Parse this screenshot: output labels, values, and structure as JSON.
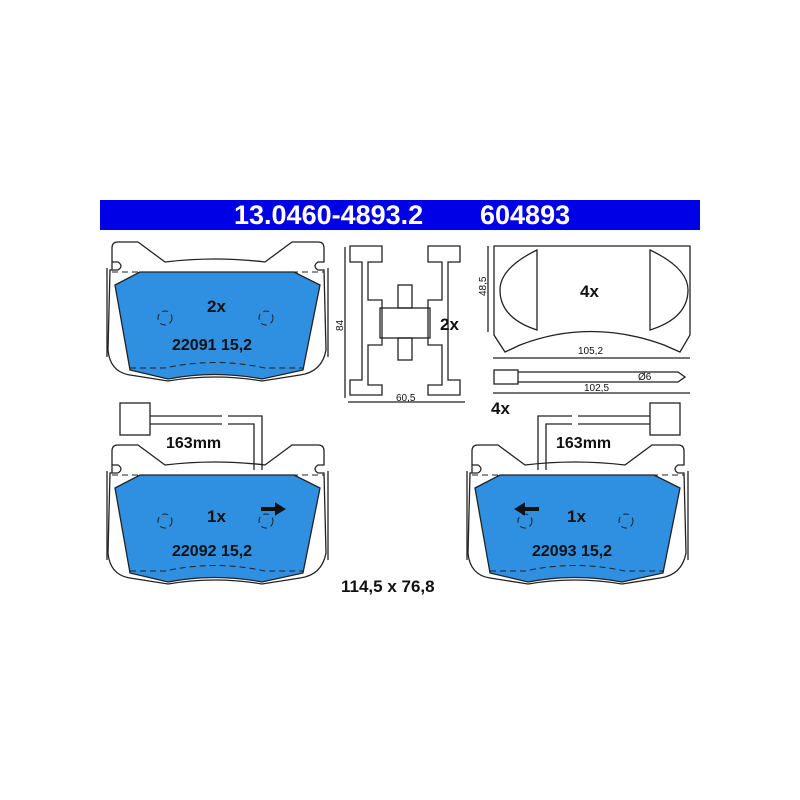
{
  "header": {
    "part_number": "13.0460-4893.2",
    "ref_number": "604893",
    "banner_color": "#0000e6"
  },
  "pads": [
    {
      "qty": "2x",
      "code": "22091 15,2"
    },
    {
      "qty": "1x",
      "code": "22092 15,2",
      "wire_length": "163mm",
      "arrow": "right"
    },
    {
      "qty": "1x",
      "code": "22093 15,2",
      "wire_length": "163mm",
      "arrow": "left"
    }
  ],
  "pad_color": "#2f8fe0",
  "clip": {
    "qty": "2x",
    "height": "84",
    "width": "60,5"
  },
  "shim": {
    "qty": "4x",
    "height": "48,5",
    "width": "105,2"
  },
  "pin": {
    "qty": "4x",
    "length": "102,5",
    "diameter": "Ø6"
  },
  "dimensions": "114,5 x 76,8"
}
